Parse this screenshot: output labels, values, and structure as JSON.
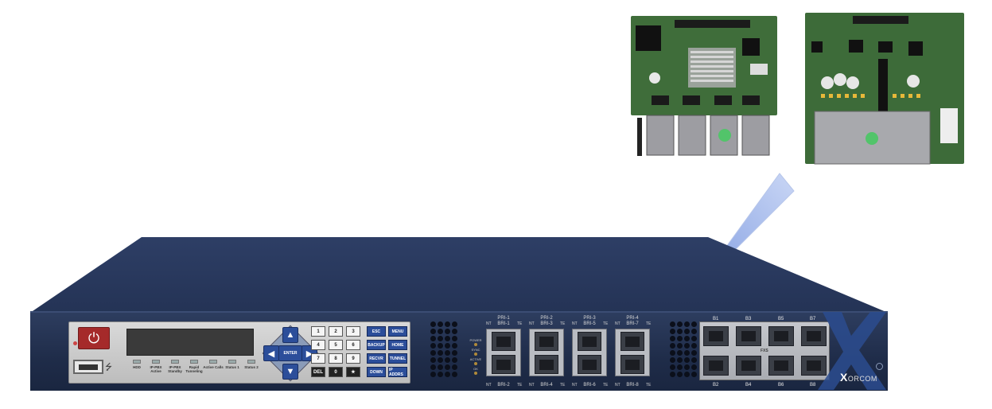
{
  "device": {
    "brand": "ORCOM",
    "brand_prefix": "X",
    "power_icon": "power-icon",
    "usb_icon": "usb-icon"
  },
  "leds": [
    {
      "label": "HDD"
    },
    {
      "label": "IP-PBX Active"
    },
    {
      "label": "IP-PBX Standby"
    },
    {
      "label": "Rapid Tunneling"
    },
    {
      "label": "Active Calls"
    },
    {
      "label": "Status 1"
    },
    {
      "label": "Status 2"
    }
  ],
  "dpad": {
    "enter": "ENTER",
    "up": "▲",
    "down": "▼",
    "left": "◀",
    "right": "▶"
  },
  "keypad": [
    "1",
    "2",
    "3",
    "4",
    "5",
    "6",
    "7",
    "8",
    "9",
    "DEL",
    "0",
    "★"
  ],
  "function_keys": [
    "ESC",
    "MENU",
    "BACKUP",
    "HOME",
    "RECVR",
    "TUNNEL",
    "DOWN",
    "IP ADDRS"
  ],
  "status_leds": [
    "POWER",
    "SYNC",
    "ACTIVE",
    "OK"
  ],
  "pri_modules": [
    {
      "top": "PRI-1",
      "sub": "BRI-1",
      "bottom": "BRI-2"
    },
    {
      "top": "PRI-2",
      "sub": "BRI-3",
      "bottom": "BRI-4"
    },
    {
      "top": "PRI-3",
      "sub": "BRI-5",
      "bottom": "BRI-6"
    },
    {
      "top": "PRI-4",
      "sub": "BRI-7",
      "bottom": "BRI-8"
    }
  ],
  "port_mode": {
    "nt": "NT",
    "te": "TE"
  },
  "bri_top_labels": [
    "B1",
    "B3",
    "B5",
    "B7"
  ],
  "bri_bottom_labels": [
    "B2",
    "B4",
    "B6",
    "B8"
  ],
  "fxs_label": "FXS",
  "colors": {
    "chassis": "#26355a",
    "arrow": "#7f9be0",
    "power_button": "#a52a2a",
    "function_key": "#2c4e9a"
  }
}
